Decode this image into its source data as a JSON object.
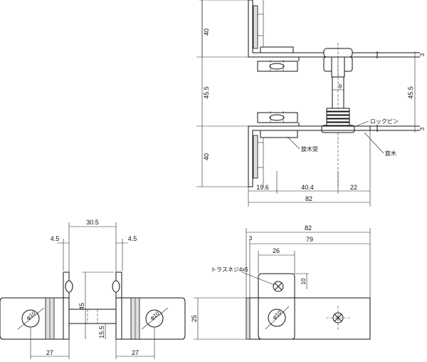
{
  "top_view": {
    "dim_left_upper": "40",
    "dim_left_middle": "45.5",
    "dim_left_lower": "40",
    "dim_right_gap": "45.5",
    "dim_right_top_thickness": "3",
    "dim_right_bottom_thickness": "3",
    "dim_pin_diameter": "9",
    "dim_bottom_a": "19.6",
    "dim_bottom_b": "40.4",
    "dim_bottom_c": "22",
    "dim_bottom_total": "82",
    "label_lock_pin": "ロックピン",
    "label_turn_receiver": "旋木受",
    "label_turn_wood": "旋木"
  },
  "front_view": {
    "dim_top_width": "30.5",
    "dim_left_plate": "4.5",
    "dim_right_plate": "4.5",
    "dim_height": "45",
    "dim_offset": "15.5",
    "dim_left_bottom": "27",
    "dim_right_bottom": "27",
    "hole_left": "φ10",
    "hole_right": "φ10"
  },
  "side_view": {
    "dim_total": "82",
    "dim_inner": "79",
    "dim_thickness": "3",
    "dim_screw_spacing": "26",
    "dim_screw_offset": "10",
    "dim_height": "25",
    "label_screw": "トラスネジ4x5",
    "hole": "φ10"
  }
}
